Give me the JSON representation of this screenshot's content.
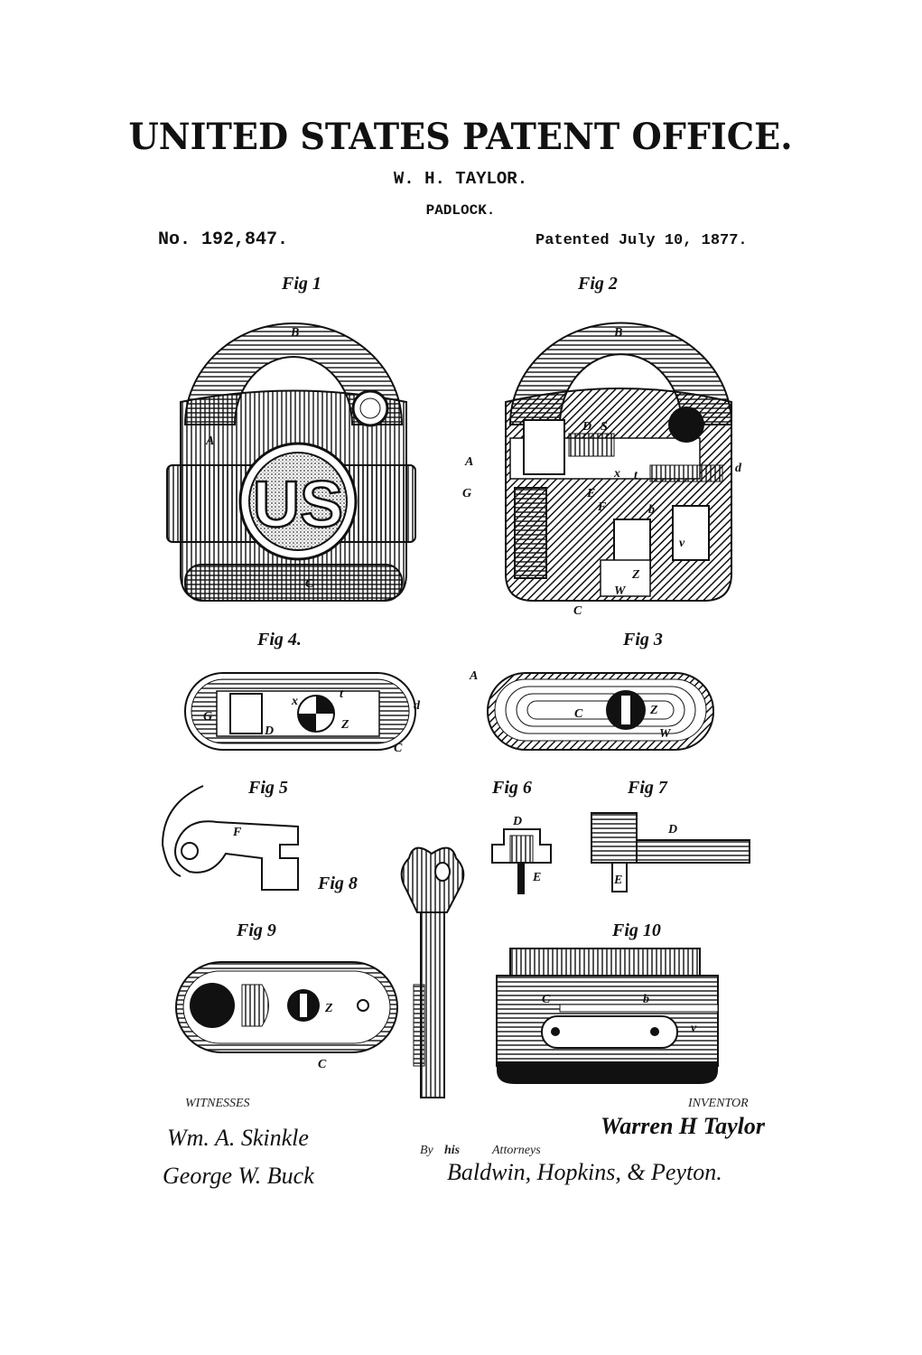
{
  "header": {
    "office": "UNITED STATES PATENT OFFICE.",
    "inventor": "W. H. TAYLOR.",
    "title": "PADLOCK.",
    "number": "No. 192,847.",
    "date": "Patented July 10, 1877."
  },
  "figures": {
    "fig1": "Fig 1",
    "fig2": "Fig 2",
    "fig3": "Fig 3",
    "fig4": "Fig 4.",
    "fig5": "Fig 5",
    "fig6": "Fig 6",
    "fig7": "Fig 7",
    "fig8": "Fig 8",
    "fig9": "Fig 9",
    "fig10": "Fig 10"
  },
  "emblem": "US",
  "refs": {
    "A": "A",
    "B": "B",
    "C": "C",
    "D": "D",
    "E": "E",
    "F": "F",
    "G": "G",
    "S": "S",
    "W": "W",
    "Z": "Z",
    "b": "b",
    "d": "d",
    "t": "t",
    "v": "v",
    "x": "x"
  },
  "footer": {
    "witnesses_label": "WITNESSES",
    "inventor_label": "INVENTOR",
    "witness1": "Wm. A. Skinkle",
    "witness2": "George W. Buck",
    "inventor_sig": "Warren H Taylor",
    "by": "By",
    "his": "his",
    "attorneys": "Attorneys",
    "attorneys_sig": "Baldwin, Hopkins, & Peyton."
  }
}
